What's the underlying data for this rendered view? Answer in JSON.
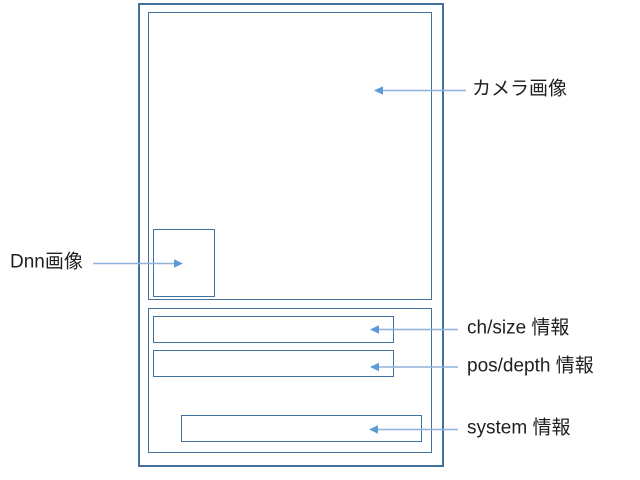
{
  "diagram": {
    "title_hint": "UI layout annotation diagram",
    "labels": {
      "camera": "カメラ画像",
      "dnn": "Dnn画像",
      "ch_size": "ch/size 情報",
      "pos_depth": "pos/depth 情報",
      "system": "system 情報"
    },
    "regions": [
      {
        "name": "app-window-frame",
        "annotation": null
      },
      {
        "name": "camera-image-region",
        "annotation": "カメラ画像"
      },
      {
        "name": "dnn-image-region",
        "annotation": "Dnn画像"
      },
      {
        "name": "info-panel-region",
        "annotation": null
      },
      {
        "name": "ch-size-info-region",
        "annotation": "ch/size 情報"
      },
      {
        "name": "pos-depth-info-region",
        "annotation": "pos/depth 情報"
      },
      {
        "name": "system-info-region",
        "annotation": "system 情報"
      }
    ],
    "colors": {
      "box_border": "#41719C",
      "arrow_line": "#8FB4DC",
      "arrow_head": "#5B9BD5",
      "label_text": "#1f1f1f",
      "background": "#FFFFFF"
    }
  }
}
